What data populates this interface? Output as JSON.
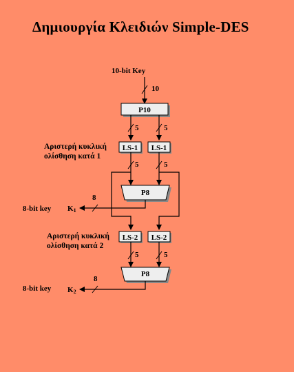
{
  "title": "Δημιουργία Κλειδιών Simple-DES",
  "input_key_label": "10-bit Key",
  "bus_widths": {
    "ten": "10",
    "five": "5",
    "eight": "8"
  },
  "boxes": {
    "p10": "P10",
    "ls1": "LS-1",
    "ls2": "LS-2",
    "p8": "P8"
  },
  "descriptions": {
    "shift1": [
      "Αριστερή  κυκλική",
      "ολίσθηση κατά 1"
    ],
    "shift2": [
      "Αριστερή  κυκλική",
      "ολίσθηση κατά 2"
    ]
  },
  "outputs": {
    "key_label": "8-bit key",
    "k1": {
      "letter": "K",
      "sub": "1"
    },
    "k2": {
      "letter": "K",
      "sub": "2"
    }
  },
  "colors": {
    "background": "#FF8C69",
    "box_fill": "#EEEEEE",
    "box_shadow": "#888888",
    "line": "#000000"
  }
}
